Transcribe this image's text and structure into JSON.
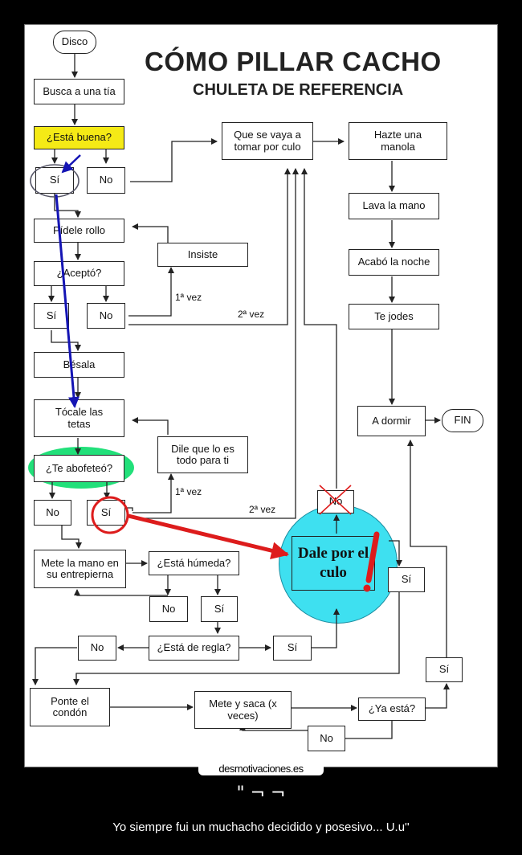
{
  "title": {
    "line1": "CÓMO PILLAR CACHO",
    "line2": "CHULETA DE REFERENCIA"
  },
  "nodes": {
    "disco": "Disco",
    "busca": "Busca a una tía",
    "esta_buena": "¿Está buena?",
    "si1": "Sí",
    "no1": "No",
    "pidele": "Pídele rollo",
    "acepto": "¿Aceptó?",
    "si2": "Sí",
    "no2": "No",
    "besala": "Bésala",
    "tocale": "Tócale las tetas",
    "abofeteo": "¿Te abofeteó?",
    "no3": "No",
    "si3": "Sí",
    "mete_mano": "Mete la mano en su entrepierna",
    "humeda": "¿Está húmeda?",
    "no4": "No",
    "si4": "Sí",
    "regla": "¿Está de regla?",
    "no5": "No",
    "si5": "Sí",
    "condon": "Ponte el condón",
    "mete_saca": "Mete y saca (x veces)",
    "ya_esta": "¿Ya está?",
    "no6": "No",
    "si6": "Sí",
    "insiste": "Insiste",
    "dile": "Dile que lo es todo para ti",
    "que_se_vaya": "Que se vaya a tomar por culo",
    "hazte": "Hazte una manola",
    "lava": "Lava la mano",
    "acabo": "Acabó la noche",
    "te_jodes": "Te jodes",
    "a_dormir": "A dormir",
    "fin": "FIN",
    "no_crossed": "No",
    "si7": "Sí",
    "dale": "Dale por el culo"
  },
  "edge_labels": {
    "vez1a": "1ª vez",
    "vez2a": "2ª vez",
    "vez1b": "1ª vez",
    "vez2b": "2ª vez"
  },
  "colors": {
    "highlight_yellow": "#f5ea16",
    "highlight_green": "#22e07a",
    "circle_cyan": "#3ee0f0",
    "arrow_blue": "#1414b4",
    "arrow_red": "#dd1c1c"
  },
  "footer": {
    "site": "desmotivaciones.es",
    "title": "\" ¬ ¬",
    "caption": "Yo siempre fui un muchacho decidido y posesivo... U.u''"
  }
}
